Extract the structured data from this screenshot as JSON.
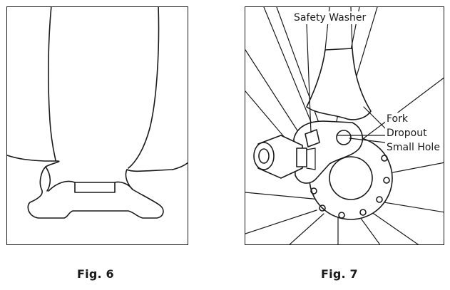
{
  "figures": [
    {
      "caption": "Fig. 6"
    },
    {
      "caption": "Fig. 7",
      "labels": {
        "safety_washer": "Safety Washer",
        "fork": "Fork",
        "dropout": "Dropout",
        "small_hole": "Small Hole"
      }
    }
  ]
}
